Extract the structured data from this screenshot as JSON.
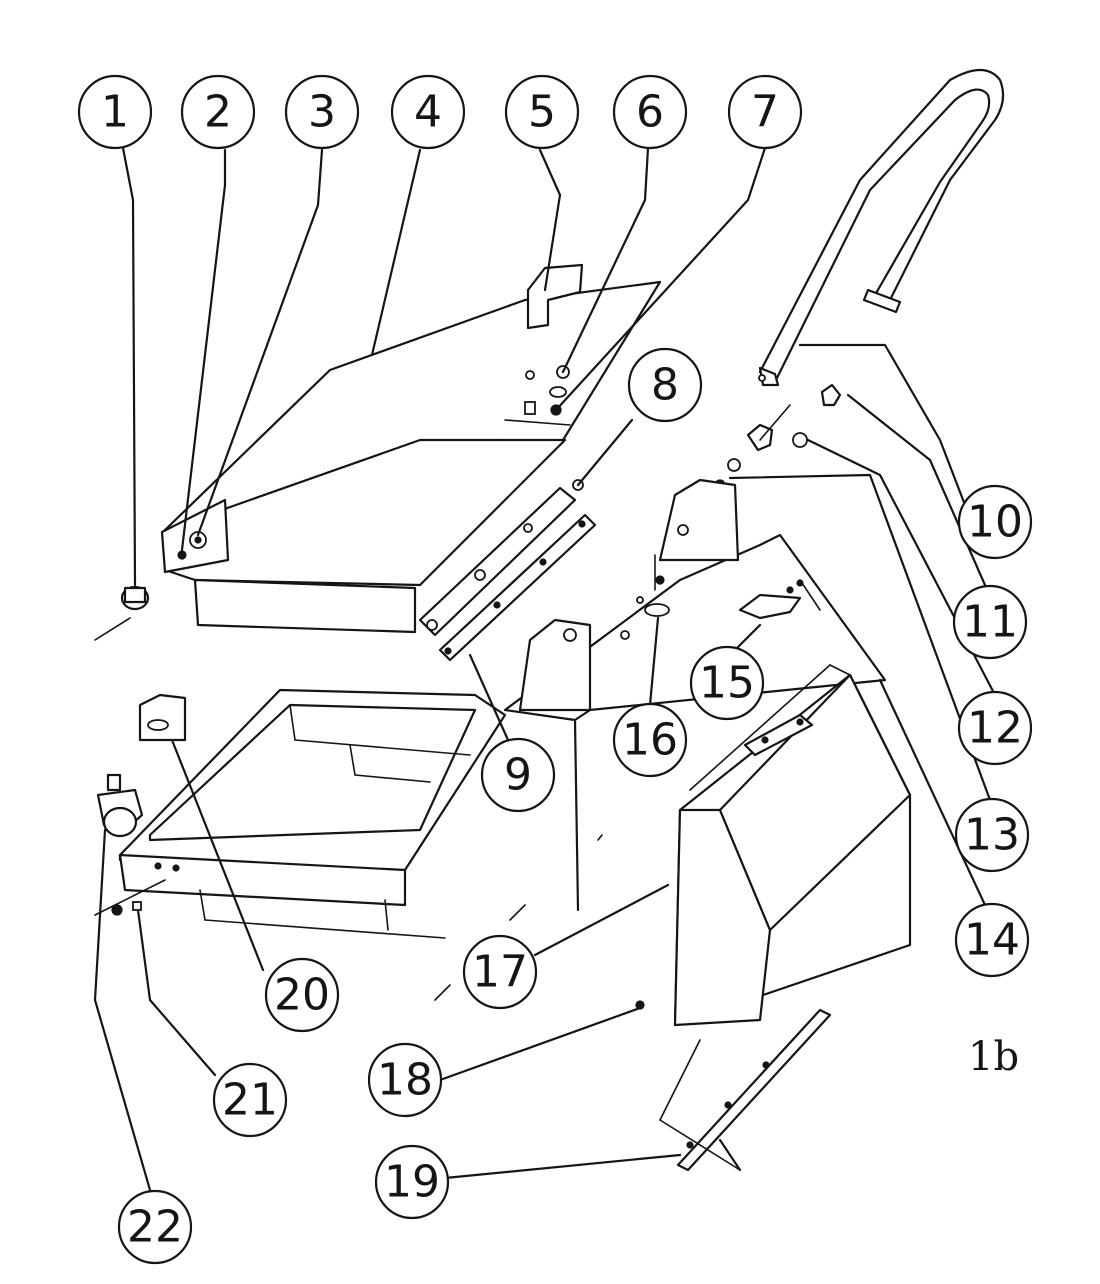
{
  "callouts": [
    {
      "id": "1",
      "label": "1"
    },
    {
      "id": "2",
      "label": "2"
    },
    {
      "id": "3",
      "label": "3"
    },
    {
      "id": "4",
      "label": "4"
    },
    {
      "id": "5",
      "label": "5"
    },
    {
      "id": "6",
      "label": "6"
    },
    {
      "id": "7",
      "label": "7"
    },
    {
      "id": "8",
      "label": "8"
    },
    {
      "id": "9",
      "label": "9"
    },
    {
      "id": "10",
      "label": "10"
    },
    {
      "id": "11",
      "label": "11"
    },
    {
      "id": "12",
      "label": "12"
    },
    {
      "id": "13",
      "label": "13"
    },
    {
      "id": "14",
      "label": "14"
    },
    {
      "id": "15",
      "label": "15"
    },
    {
      "id": "16",
      "label": "16"
    },
    {
      "id": "17",
      "label": "17"
    },
    {
      "id": "18",
      "label": "18"
    },
    {
      "id": "19",
      "label": "19"
    },
    {
      "id": "20",
      "label": "20"
    },
    {
      "id": "21",
      "label": "21"
    },
    {
      "id": "22",
      "label": "22"
    }
  ],
  "page_mark": "1b"
}
